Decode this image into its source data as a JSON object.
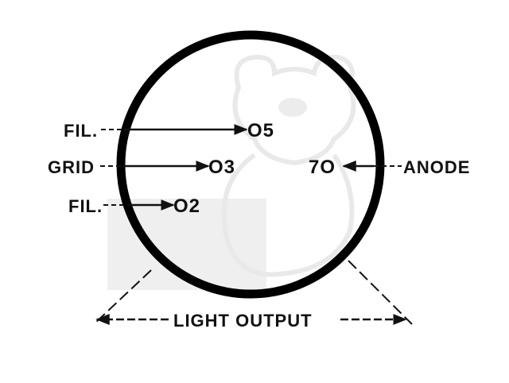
{
  "diagram": {
    "labels": {
      "fil_top": "FIL.",
      "grid": "GRID",
      "fil_bottom": "FIL.",
      "anode": "ANODE",
      "light_output": "LIGHT OUTPUT"
    },
    "pins": {
      "p5": "O5",
      "p3": "O3",
      "p2": "O2",
      "p7": "7O"
    }
  }
}
